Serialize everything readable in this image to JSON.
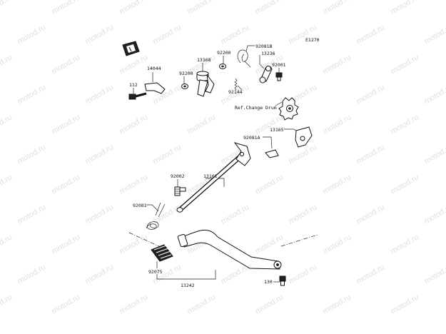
{
  "diagram": {
    "watermark_text": "motod.ru",
    "figure_code": "E1270",
    "parts": [
      {
        "id": "p-92081b",
        "label": "92081B"
      },
      {
        "id": "p-92200a",
        "label": "92200"
      },
      {
        "id": "p-13236",
        "label": "13236"
      },
      {
        "id": "p-13168",
        "label": "13168"
      },
      {
        "id": "p-14044",
        "label": "14044"
      },
      {
        "id": "p-92200b",
        "label": "92200"
      },
      {
        "id": "p-92001",
        "label": "92001"
      },
      {
        "id": "p-112",
        "label": "112"
      },
      {
        "id": "p-92144",
        "label": "92144"
      },
      {
        "id": "p-ref",
        "label": "Ref.Change Drum"
      },
      {
        "id": "p-13165",
        "label": "13165"
      },
      {
        "id": "p-92081a",
        "label": "92081A"
      },
      {
        "id": "p-92002",
        "label": "92002"
      },
      {
        "id": "p-13161",
        "label": "13161"
      },
      {
        "id": "p-92081",
        "label": "92081"
      },
      {
        "id": "p-92075",
        "label": "92075"
      },
      {
        "id": "p-13242",
        "label": "13242"
      },
      {
        "id": "p-130",
        "label": "130"
      }
    ]
  }
}
